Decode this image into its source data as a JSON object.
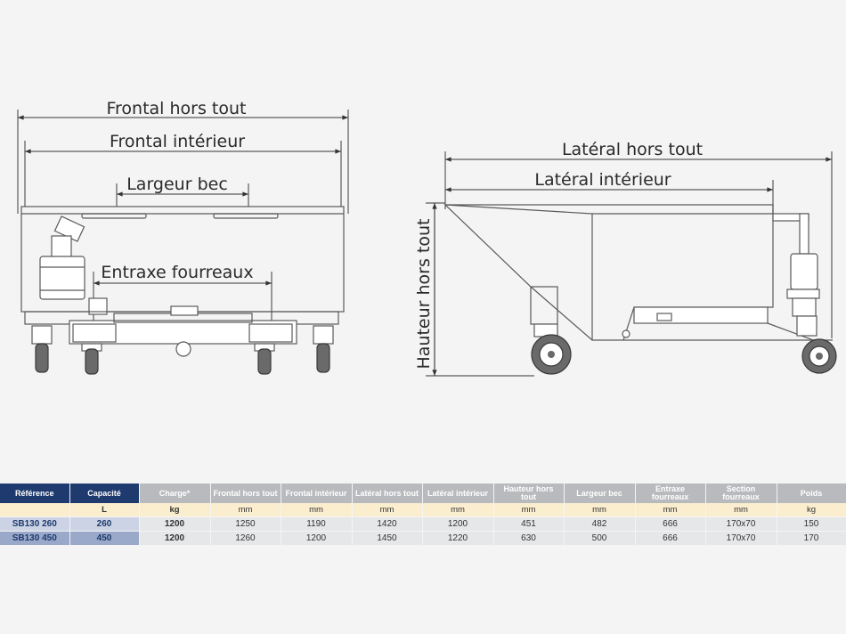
{
  "drawing": {
    "labels": {
      "frontal_hors_tout": "Frontal hors tout",
      "frontal_interieur": "Frontal intérieur",
      "largeur_bec": "Largeur bec",
      "entraxe_fourreaux": "Entraxe fourreaux",
      "lateral_hors_tout": "Latéral hors tout",
      "lateral_interieur": "Latéral intérieur",
      "hauteur_hors_tout": "Hauteur hors tout"
    }
  },
  "table": {
    "headers": [
      "Référence",
      "Capacité",
      "Charge*",
      "Frontal hors tout",
      "Frontal intérieur",
      "Latéral hors tout",
      "Latéral intérieur",
      "Hauteur hors tout",
      "Largeur bec",
      "Entraxe fourreaux",
      "Section fourreaux",
      "Poids"
    ],
    "units": [
      "",
      "L",
      "kg",
      "mm",
      "mm",
      "mm",
      "mm",
      "mm",
      "mm",
      "mm",
      "mm",
      "kg"
    ],
    "rows": [
      [
        "SB130 260",
        "260",
        "1200",
        "1250",
        "1190",
        "1420",
        "1200",
        "451",
        "482",
        "666",
        "170x70",
        "150"
      ],
      [
        "SB130 450",
        "450",
        "1200",
        "1260",
        "1200",
        "1450",
        "1220",
        "630",
        "500",
        "666",
        "170x70",
        "170"
      ]
    ]
  }
}
